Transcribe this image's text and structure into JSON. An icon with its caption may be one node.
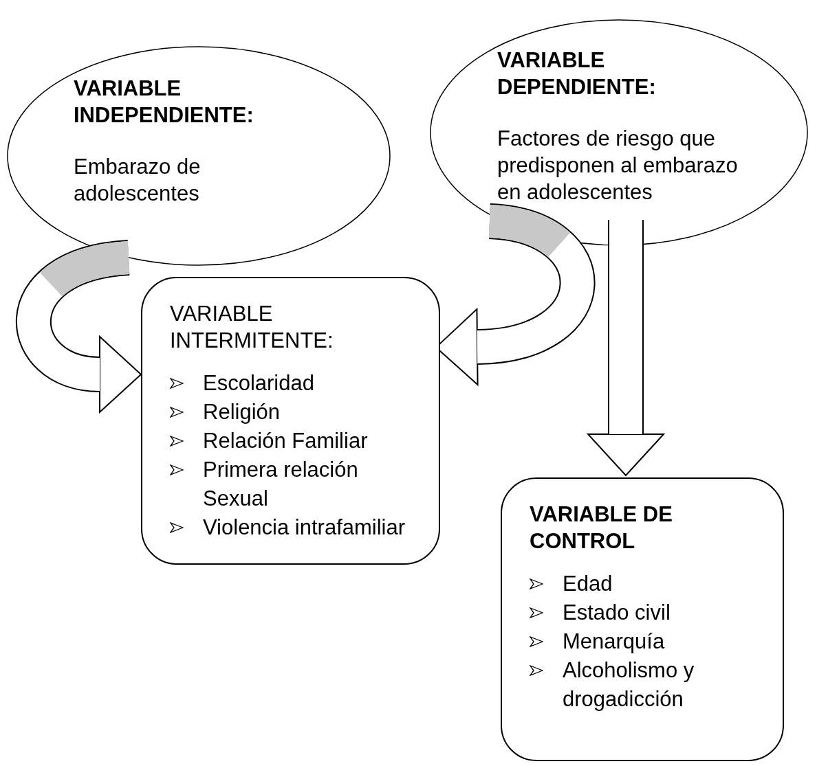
{
  "diagram": {
    "nodes": [
      {
        "text": [
          "**VARIABLE INDEPENDIENTE**:",
          "Embarazo de adolescentes"
        ]
      },
      {
        "text": [
          "VARIABLE DEPENDIENTE:",
          "Factores de riesgo que predisponen al embarazo en adolescentes"
        ]
      },
      {
        "text": [
          "VARIABLE INTERMITENTE:",
          "Escolaridad",
          "Religión",
          "Relación Familiar",
          "Primera relación Sexual",
          "Violencia intrafamiliar"
        ]
      },
      {
        "text": [
          "VARIABLE DE CONTROL",
          "Edad",
          "Estado civil",
          "Menarquía",
          "Alcoholismo y drogadicción"
        ]
      }
    ],
    "edges": [
      {
        "from": 0,
        "to": 2,
        "arrow": "to"
      },
      {
        "from": 1,
        "to": 2,
        "arrow": "to"
      },
      {
        "from": 1,
        "to": 3,
        "arrow": "to"
      }
    ]
  }
}
